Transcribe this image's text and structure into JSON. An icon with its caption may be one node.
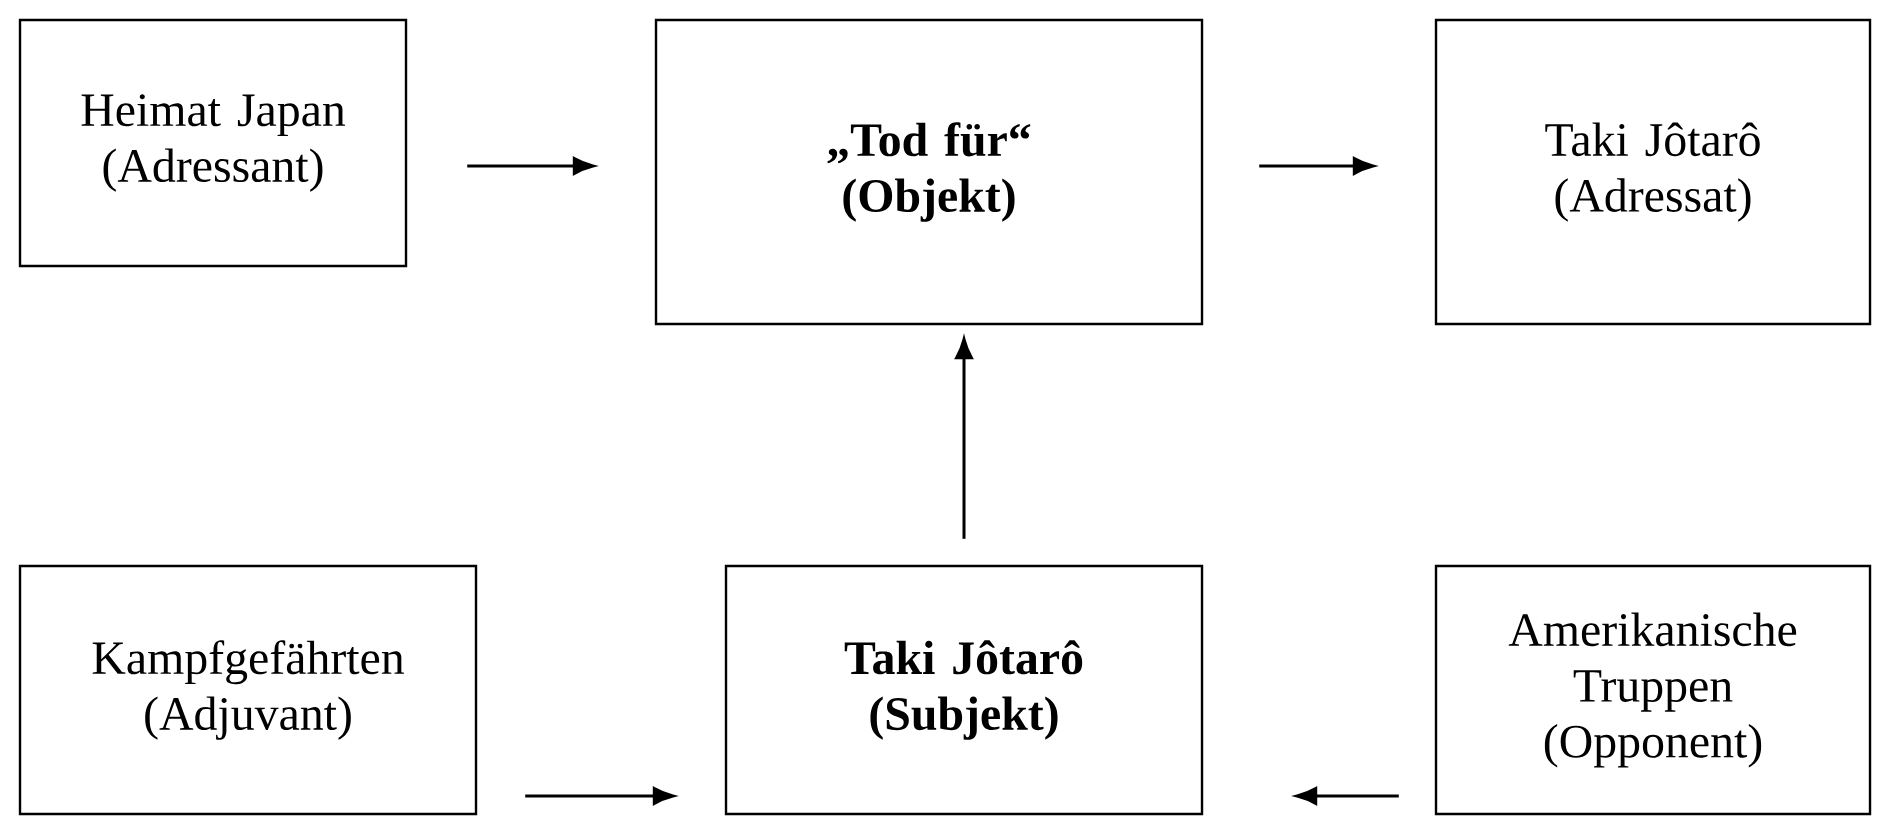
{
  "diagram": {
    "nodes": [
      {
        "text": [
          "Heimat Japan",
          "(Adressant)"
        ]
      },
      {
        "text": [
          "„Tod für“",
          "(Objekt)"
        ]
      },
      {
        "text": [
          "Taki Jôtarô",
          "(Adressat)"
        ]
      },
      {
        "text": [
          "Kampfgefährten",
          "(Adjuvant)"
        ]
      },
      {
        "text": [
          "Taki Jôtarô",
          "(Subjekt)"
        ]
      },
      {
        "text": [
          "Amerikanische Truppen",
          "(Opponent)"
        ]
      }
    ],
    "edges": [
      {
        "from": 0,
        "to": 1,
        "arrow": "to"
      },
      {
        "from": 1,
        "to": 2,
        "arrow": "to"
      },
      {
        "from": 4,
        "to": 1,
        "arrow": "to"
      },
      {
        "from": 3,
        "to": 4,
        "arrow": "to"
      },
      {
        "from": 5,
        "to": 4,
        "arrow": "to"
      }
    ]
  }
}
